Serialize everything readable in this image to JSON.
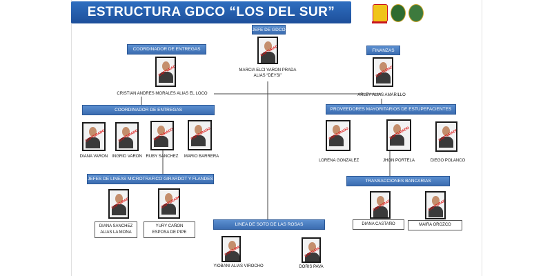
{
  "title": "ESTRUCTURA GDCO “LOS DEL SUR”",
  "emblems": [
    "police-shield-icon",
    "army-emblem-icon",
    "police-emblem-icon"
  ],
  "colors": {
    "title_bar": "#1d4f9a",
    "label_bar": "#3b6cb0",
    "stamp": "#d11111"
  },
  "photo_stamp": "CAPTURADO",
  "labels": {
    "jefe": "JEFE DE GDCO",
    "coord1": "COORDINADOR DE ENTREGAS",
    "finanzas": "FINANZAS",
    "coord2": "COORDINADOR DE ENTREGAS",
    "proveedores": "PROVEEDORES MAYORITARIOS DE ESTUPEFACIENTES",
    "jefes_lineas": "JEFES DE LINEAS MICROTRAFICO GIRARDOT Y FLANDES",
    "transacciones": "TRANSACCIONES BANCARIAS",
    "linea_soto": "LINEA DE SOTO DE LAS ROSAS"
  },
  "people": {
    "jefe": [
      "MARCIA ELCI VARON PRADA",
      "ALIAS “DEYSI”"
    ],
    "coord1": "CRISTIAN ANDRES MORALES ALIAS EL LOCO",
    "finanzas": "ARLEY ALIAS AMARILLO",
    "diana_varon": "DIANA VARON",
    "ingrid": "INGRID VARON",
    "ruby": "RUBY SANCHEZ",
    "mario": "MARIO BARRERA",
    "lorena": "LORENA GONZALEZ",
    "jhon": "JHON PORTELA",
    "diego": "DIEGO POLANCO",
    "diana_sanchez": [
      "DIANA SANCHEZ",
      "ALIAS LA MONA"
    ],
    "yury": [
      "YURY CAÑON",
      "ESPOSA DE PIPE"
    ],
    "diana_castano": "DIANA CASTAÑO",
    "maira": "MAIRA OROZCO",
    "yiobani": "YIOBANI ALIAS VIROCHO",
    "doris": "DORIS PAVA"
  }
}
